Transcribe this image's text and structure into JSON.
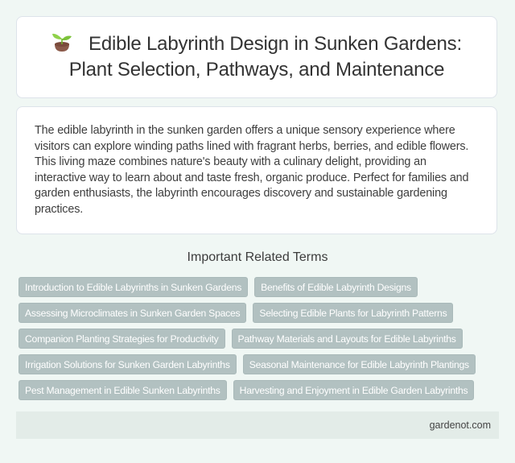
{
  "header": {
    "icon": "seedling-icon",
    "title": "Edible Labyrinth Design in Sunken Gardens: Plant Selection, Pathways, and Maintenance"
  },
  "description": {
    "text": "The edible labyrinth in the sunken garden offers a unique sensory experience where visitors can explore winding paths lined with fragrant herbs, berries, and edible flowers. This living maze combines nature's beauty with a culinary delight, providing an interactive way to learn about and taste fresh, organic produce. Perfect for families and garden enthusiasts, the labyrinth encourages discovery and sustainable gardening practices."
  },
  "related_terms": {
    "heading": "Important Related Terms",
    "items": [
      {
        "label": "Introduction to Edible Labyrinths in Sunken Gardens"
      },
      {
        "label": "Benefits of Edible Labyrinth Designs"
      },
      {
        "label": "Assessing Microclimates in Sunken Garden Spaces"
      },
      {
        "label": "Selecting Edible Plants for Labyrinth Patterns"
      },
      {
        "label": "Companion Planting Strategies for Productivity"
      },
      {
        "label": "Pathway Materials and Layouts for Edible Labyrinths"
      },
      {
        "label": "Irrigation Solutions for Sunken Garden Labyrinths"
      },
      {
        "label": "Seasonal Maintenance for Edible Labyrinth Plantings"
      },
      {
        "label": "Pest Management in Edible Sunken Labyrinths"
      },
      {
        "label": "Harvesting and Enjoyment in Edible Garden Labyrinths"
      }
    ]
  },
  "footer": {
    "site": "gardenot.com"
  },
  "colors": {
    "page_bg": "#f0f7f4",
    "card_bg": "#ffffff",
    "tag_bg": "#b2c1c1",
    "tag_text": "#ffffff",
    "footer_bg": "#e3ece8"
  }
}
